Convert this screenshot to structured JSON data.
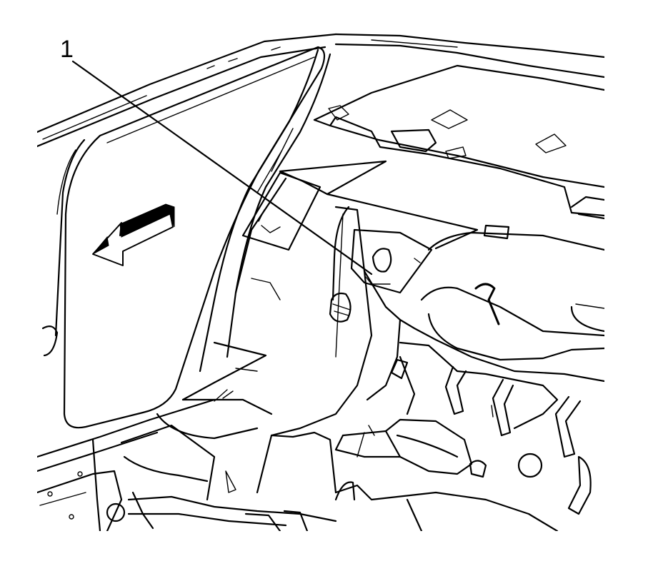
{
  "diagram": {
    "callouts": [
      {
        "id": "callout-1",
        "label": "1"
      }
    ],
    "arrow_direction": "forward",
    "colors": {
      "line": "#000000",
      "background": "#ffffff"
    }
  }
}
